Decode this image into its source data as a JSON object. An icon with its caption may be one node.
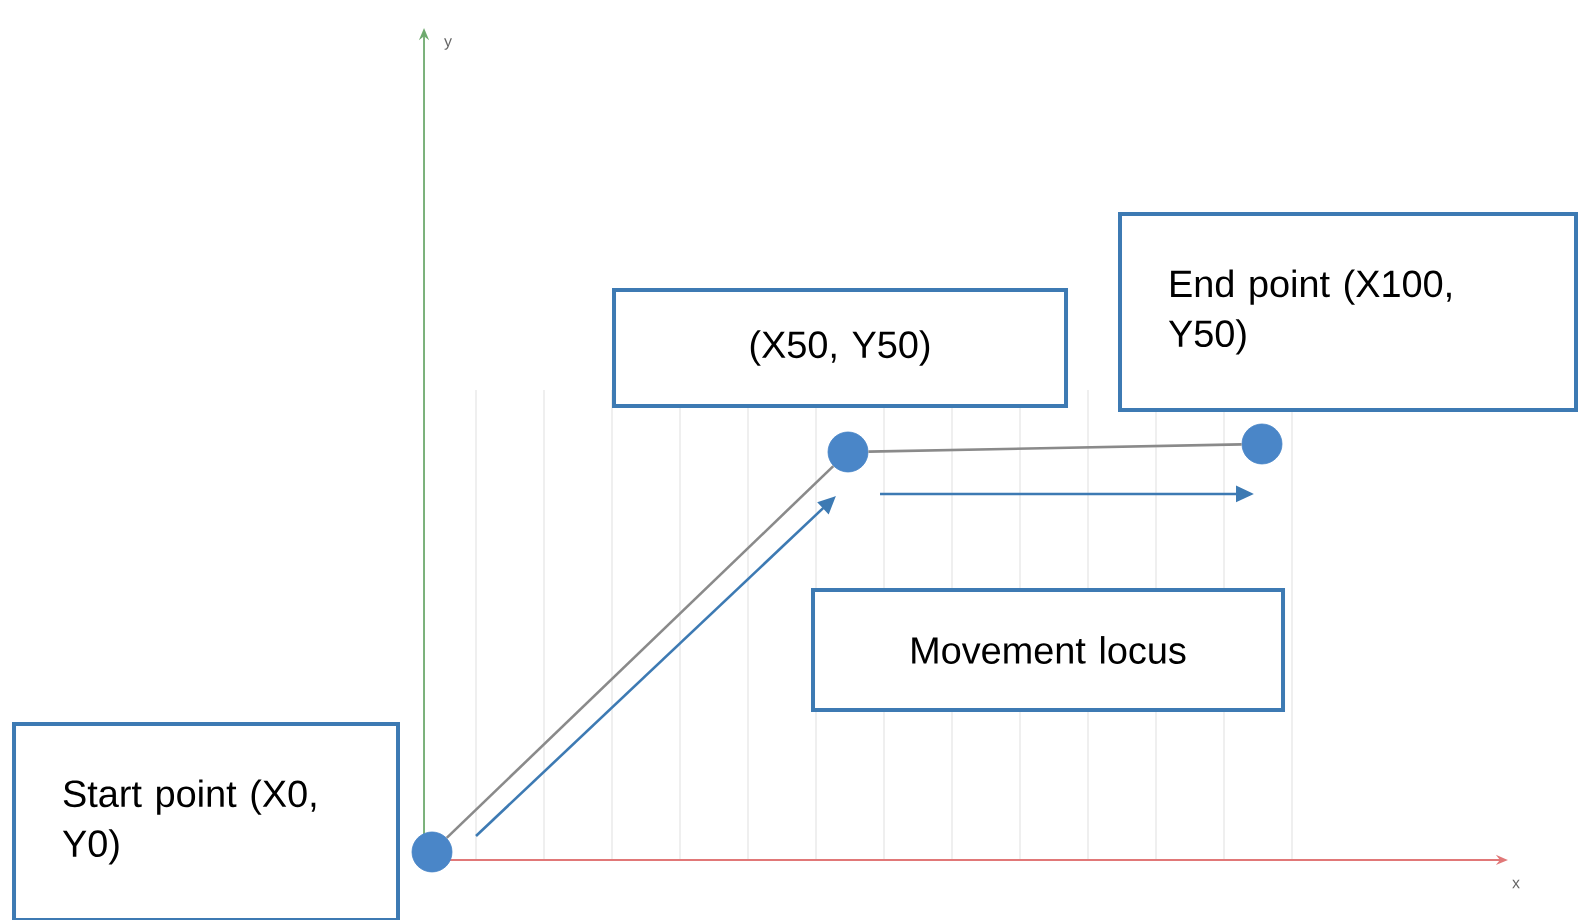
{
  "diagram": {
    "nodes": [
      {
        "text": [
          "Start point (X0, Y0)"
        ]
      },
      {
        "text": [
          "(X50, Y50)"
        ]
      },
      {
        "text": [
          "End point (X100, Y50)"
        ]
      },
      {
        "text": [
          "Movement locus"
        ]
      },
      {
        "text": [],
        "shape": "circle"
      },
      {
        "text": [],
        "shape": "circle"
      },
      {
        "text": [],
        "shape": "circle"
      }
    ],
    "edges": [
      {
        "from": 4,
        "to": 5,
        "arrow": "none"
      },
      {
        "from": 5,
        "to": 6,
        "arrow": "none"
      }
    ],
    "labels": [
      "y",
      "x"
    ]
  }
}
